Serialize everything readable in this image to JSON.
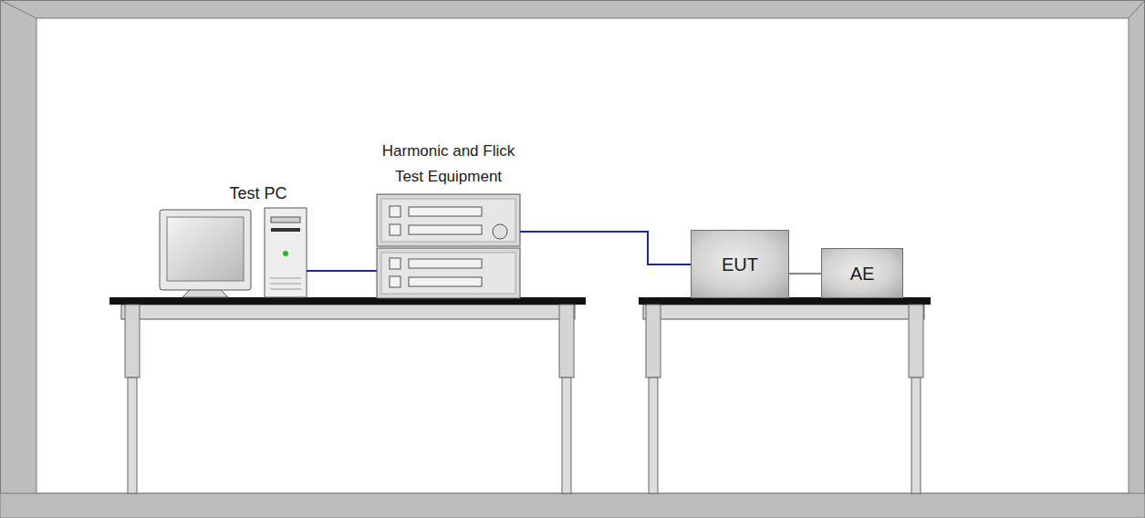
{
  "diagram": {
    "nodes": [
      {
        "text": [
          "Test PC"
        ]
      },
      {
        "text": [
          "Harmonic and Flick Test Equipment"
        ]
      },
      {
        "text": [
          "EUT"
        ]
      },
      {
        "text": [
          "AE"
        ]
      }
    ],
    "edges": [
      {
        "from": 0,
        "to": 1,
        "arrow": "none"
      },
      {
        "from": 1,
        "to": 2,
        "arrow": "none"
      },
      {
        "from": 2,
        "to": 3,
        "arrow": "none"
      }
    ]
  }
}
